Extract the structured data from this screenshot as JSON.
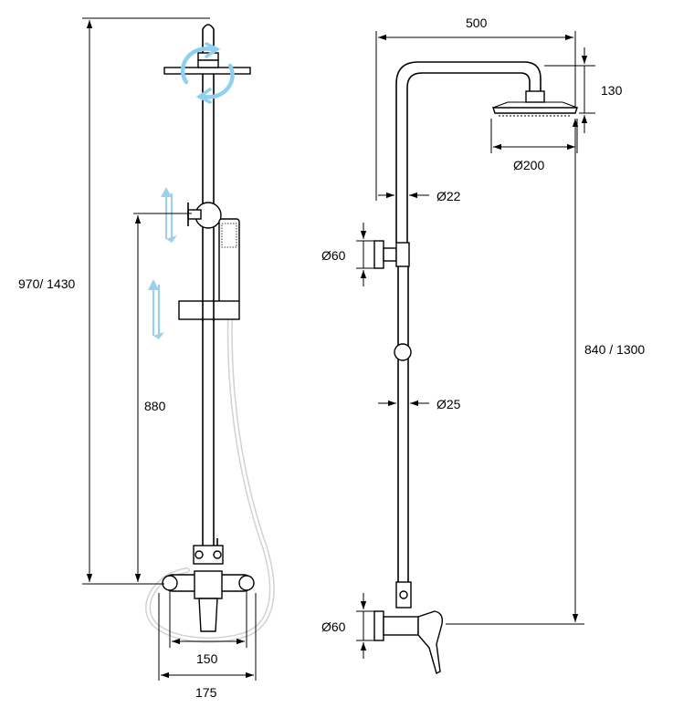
{
  "labels": {
    "total_height": "970/ 1430",
    "slider_height": "880",
    "spout_spacing": "150",
    "body_width": "175",
    "arm_reach": "500",
    "head_drop": "130",
    "head_diameter": "Ø200",
    "upper_pipe_diameter": "Ø22",
    "bracket_diameter_top": "Ø60",
    "lower_pipe_diameter": "Ø25",
    "pipe_height": "840 / 1300",
    "bracket_diameter_bottom": "Ø60"
  },
  "colors": {
    "line": "#000000",
    "rotate_arrow": "#8fd0ef",
    "adjust_arrow": "#9ccfea",
    "hose": "#d2d2d2"
  },
  "icons": {
    "rotate": "rotate-arrow-icon",
    "adjust": "up-down-arrow-icon"
  }
}
